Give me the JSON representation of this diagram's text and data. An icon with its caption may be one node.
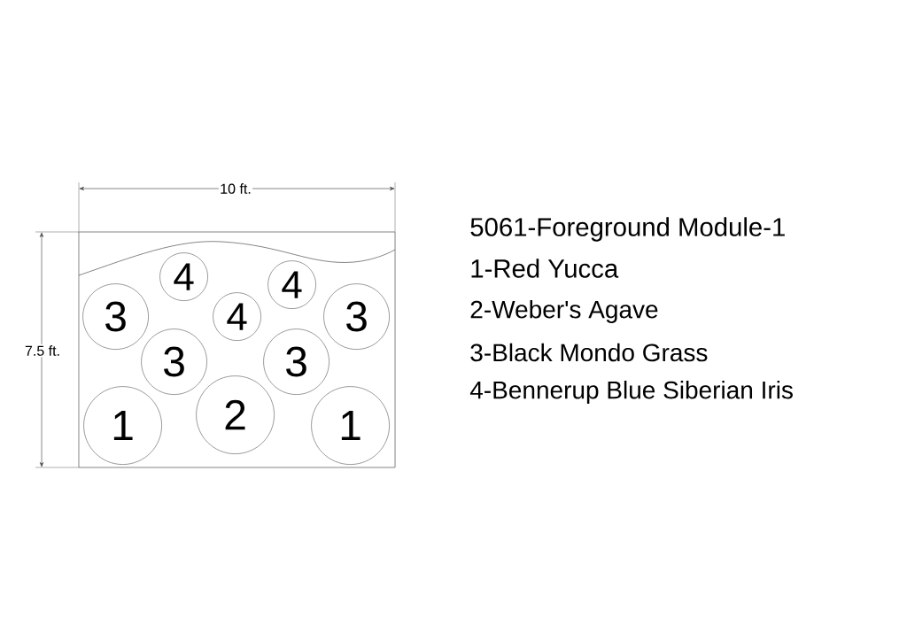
{
  "diagram": {
    "title": "5061-Foreground Module-1",
    "nodes": [
      {
        "text": [],
        "shape": "box"
      },
      {
        "text": [
          "4"
        ],
        "in": 0
      },
      {
        "text": [
          "4"
        ],
        "in": 0
      },
      {
        "text": [
          "3"
        ],
        "in": 0
      },
      {
        "text": [
          "4"
        ],
        "in": 0
      },
      {
        "text": [
          "3"
        ],
        "in": 0
      },
      {
        "text": [
          "3"
        ],
        "in": 0
      },
      {
        "text": [
          "3"
        ],
        "in": 0
      },
      {
        "text": [
          "1"
        ],
        "in": 0
      },
      {
        "text": [
          "2"
        ],
        "in": 0
      },
      {
        "text": [
          "1"
        ],
        "in": 0
      }
    ],
    "edges": [],
    "labels": [
      "10 ft.",
      "7.5 ft.",
      "1-Red Yucca",
      "2-Weber's Agave",
      "3-Black Mondo Grass",
      "4-Bennerup Blue Siberian Iris"
    ]
  }
}
